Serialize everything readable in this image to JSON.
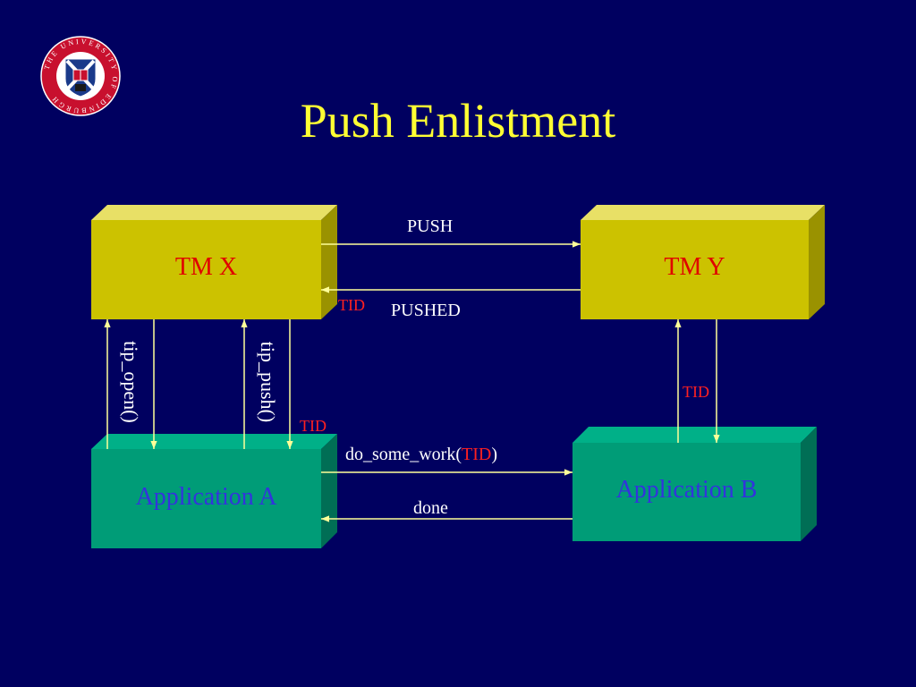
{
  "title": "Push Enlistment",
  "logo": {
    "ring_text": "THE UNIVERSITY OF EDINBURGH",
    "colors": {
      "ring": "#C8102E",
      "shield": "#1A3A8A",
      "ring_text": "#FFFFFF"
    }
  },
  "boxes": {
    "tm_x": {
      "label": "TM X"
    },
    "tm_y": {
      "label": "TM Y"
    },
    "app_a": {
      "label": "Application A"
    },
    "app_b": {
      "label": "Application B"
    }
  },
  "messages": {
    "push": "PUSH",
    "pushed": "PUSHED",
    "tid_pushed": "TID",
    "tip_open": "tip_open()",
    "tip_push": "tip_push()",
    "tid_tip_push": "TID",
    "tid_app_b": "TID",
    "do_some_work_prefix": "do_some_work(",
    "do_some_work_tid": "TID",
    "do_some_work_suffix": ")",
    "done": "done"
  },
  "colors": {
    "background": "#000060",
    "title": "#FFFF33",
    "tm_box": "#CCC200",
    "app_box": "#009C77",
    "tm_label": "#E00000",
    "app_label": "#3333DD",
    "arrow": "#FFFF99",
    "message_text": "#FFFFFF",
    "tid_text": "#FF2020"
  }
}
